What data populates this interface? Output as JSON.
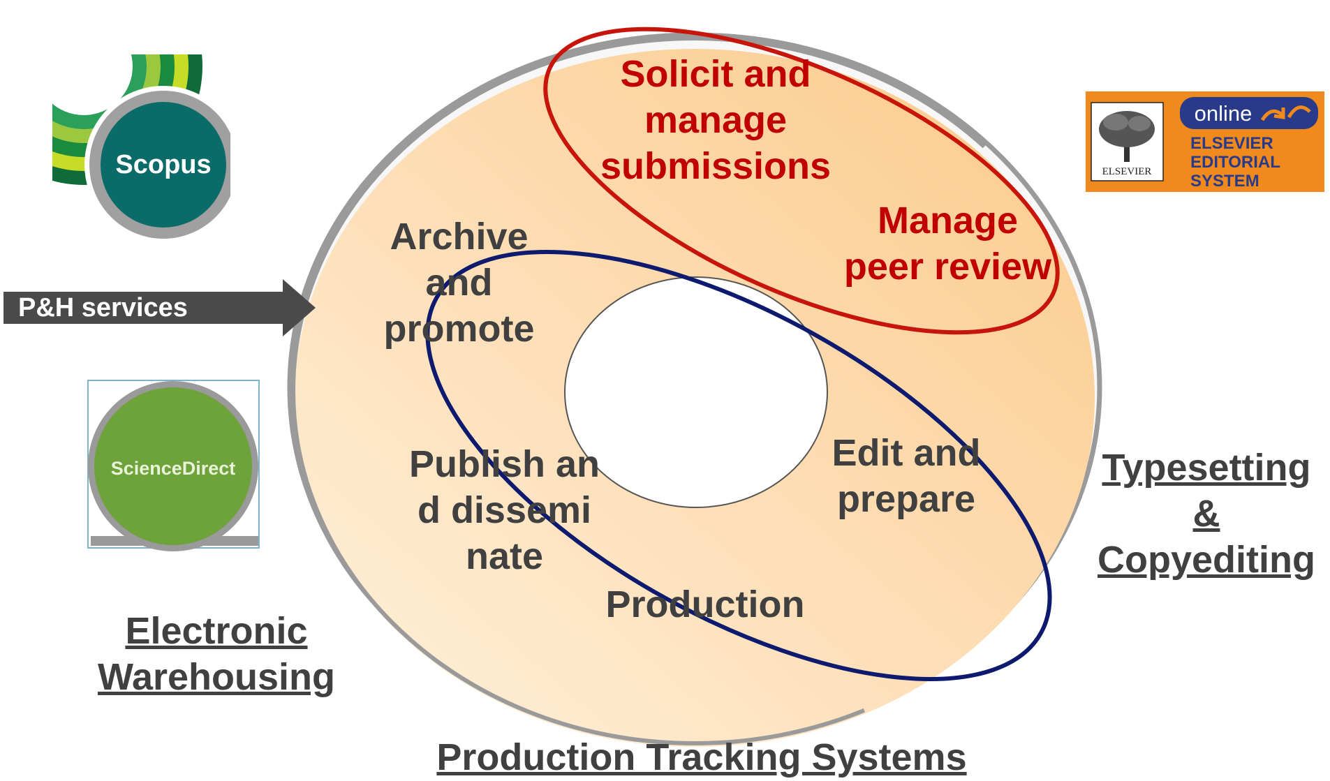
{
  "logos": {
    "scopus": "Scopus",
    "sciencedirect": "ScienceDirect",
    "ees_online": "online",
    "ees_elsevier": "ELSEVIER",
    "ees_line1": "ELSEVIER",
    "ees_line2": "EDITORIAL",
    "ees_line3": "SYSTEM"
  },
  "arrow_label": "P&H services",
  "center": {
    "solicit": "Solicit and manage submissions",
    "peer_review": "Manage peer review",
    "archive": "Archive and promote",
    "publish": "Publish and disseminate",
    "edit": "Edit and prepare",
    "production": "Production"
  },
  "external": {
    "warehousing": "Electronic Warehousing",
    "typesetting": "Typesetting & Copyediting",
    "tracking": "Production Tracking Systems"
  },
  "colors": {
    "ring_fill": "#fcd29a",
    "red_loop": "#c8150c",
    "blue_loop": "#0d1a6e",
    "gray_ring": "#9a9a9a",
    "arrow": "#4a4a4a",
    "scopus": "#0b6b69",
    "sciencedirect": "#6ea23a",
    "ees_orange": "#f08a1c",
    "ees_blue": "#2a3a8a"
  }
}
